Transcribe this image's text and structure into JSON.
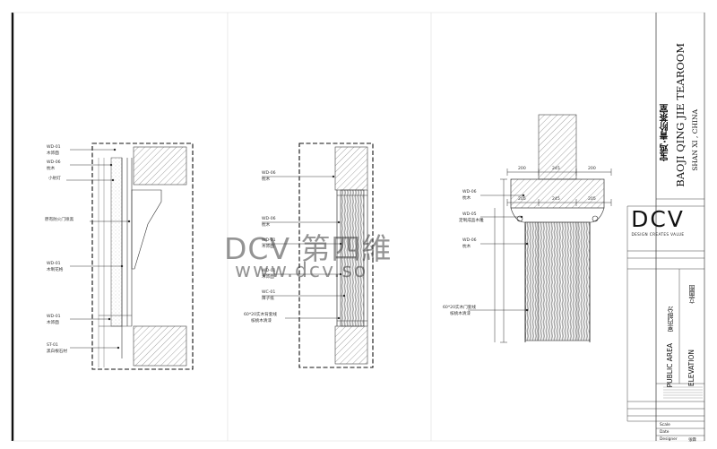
{
  "drawing_a": {
    "labels": [
      {
        "code": "WD-01",
        "text": "木饰面"
      },
      {
        "code": "WD-06",
        "text": "枕木"
      },
      {
        "code": "",
        "text": "小射灯"
      },
      {
        "code": "",
        "text": "原有防火门喷黑"
      },
      {
        "code": "WD-01",
        "text": "木制花格"
      },
      {
        "code": "WD-01",
        "text": "木饰面"
      },
      {
        "code": "ST-01",
        "text": "黑白根石材"
      }
    ]
  },
  "drawing_b": {
    "labels": [
      {
        "code": "WD-06",
        "text": "枕木"
      },
      {
        "code": "WD-06",
        "text": "枕木"
      },
      {
        "code": "WD-01",
        "text": "木饰面"
      },
      {
        "code": "WD-01",
        "text": "木饰面"
      },
      {
        "code": "WC-01",
        "text": "障子纸"
      },
      {
        "code": "",
        "text": "60*20实木背套线"
      },
      {
        "code": "",
        "text": "核桃木清漆"
      }
    ]
  },
  "drawing_c": {
    "labels": [
      {
        "code": "WD-06",
        "text": "枕木"
      },
      {
        "code": "WD-05",
        "text": "定制成品木雕"
      },
      {
        "code": "WD-06",
        "text": "枕木"
      },
      {
        "code": "",
        "text": "60*20实木门套线"
      },
      {
        "code": "",
        "text": "核桃木清漆"
      }
    ],
    "dims_top": [
      "200",
      "245",
      "200"
    ],
    "dims_mid": [
      "205",
      "245",
      "205"
    ]
  },
  "watermark": {
    "line1": "DCV 第四維",
    "line2": "www.dcv.so"
  },
  "title_block": {
    "project_cn": "宝鸡·青阶茶室",
    "project_en": "BAOJI QING JIE TEAROOM",
    "location": "SHAN XI , CHINA",
    "logo": "DCV",
    "logo_sub": "DESIGN CREATES VALUE",
    "area_en": "PUBLIC AREA",
    "area_cn": "室内部分",
    "drawing_en": "ELEVATION",
    "drawing_cn": "立面图",
    "row_label_1": "Scale",
    "row_label_2": "Date",
    "row_label_3": "Designer",
    "row_value_3": "张霖"
  }
}
